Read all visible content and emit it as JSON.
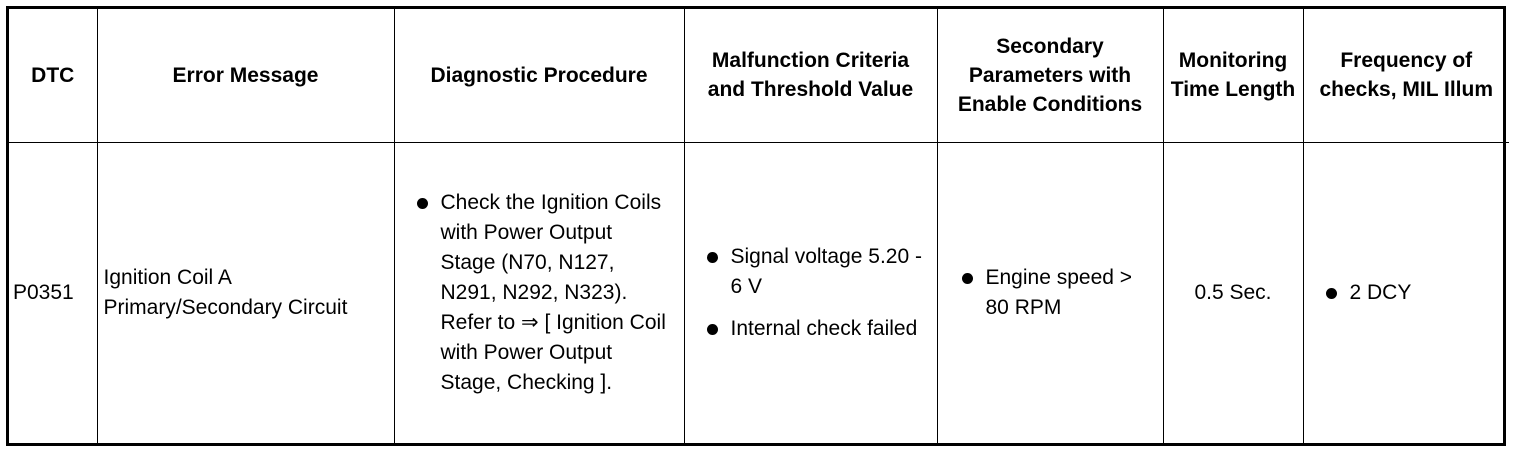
{
  "table": {
    "headers": [
      "DTC",
      "Error Message",
      "Diagnostic Procedure",
      "Malfunction Criteria and Threshold Value",
      "Secondary Parameters with Enable Conditions",
      "Monitoring Time Length",
      "Frequency of checks, MIL Illum"
    ],
    "rows": [
      {
        "dtc": "P0351",
        "error_message": "Ignition Coil A Primary/Secondary Circuit",
        "diagnostic_procedure": [
          "Check the Ignition Coils with Power Output Stage (N70, N127, N291, N292, N323). Refer to ⇒ [ Ignition Coil with Power Output Stage, Checking ]."
        ],
        "malfunction_criteria": [
          "Signal voltage 5.20 - 6 V",
          "Internal check failed"
        ],
        "secondary_parameters": [
          "Engine speed > 80 RPM"
        ],
        "monitoring_time": "0.5 Sec.",
        "frequency": [
          "2 DCY"
        ]
      }
    ]
  }
}
